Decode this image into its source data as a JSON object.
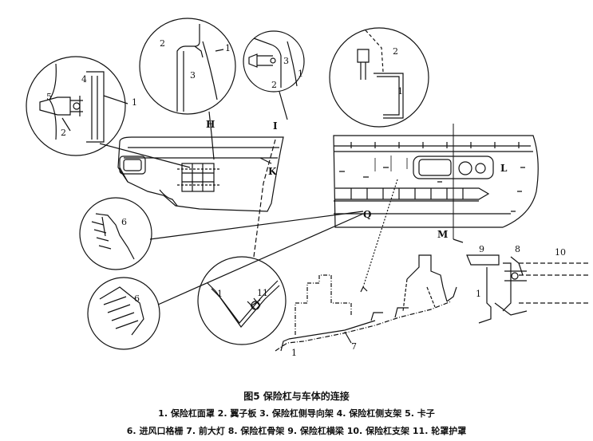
{
  "figure": {
    "title": "图5  保险杠与车体的连接",
    "legend_line1": "1. 保险杠面罩   2. 翼子板   3. 保险杠侧导向架   4. 保险杠侧支架   5. 卡子",
    "legend_line2": "6. 进风口格栅   7. 前大灯   8. 保险杠骨架   9. 保险杠横梁   10. 保险杠支架   11. 轮罩护罩"
  },
  "callouts": {
    "H": "H",
    "I": "I",
    "K": "K",
    "L": "L",
    "Q": "Q",
    "M": "M",
    "n1": "1",
    "n2": "2",
    "n3": "3",
    "n4": "4",
    "n5": "5",
    "n6": "6",
    "n7": "7",
    "n8": "8",
    "n9": "9",
    "n10": "10",
    "n11": "11"
  },
  "colors": {
    "line": "#111111",
    "background": "#ffffff"
  }
}
